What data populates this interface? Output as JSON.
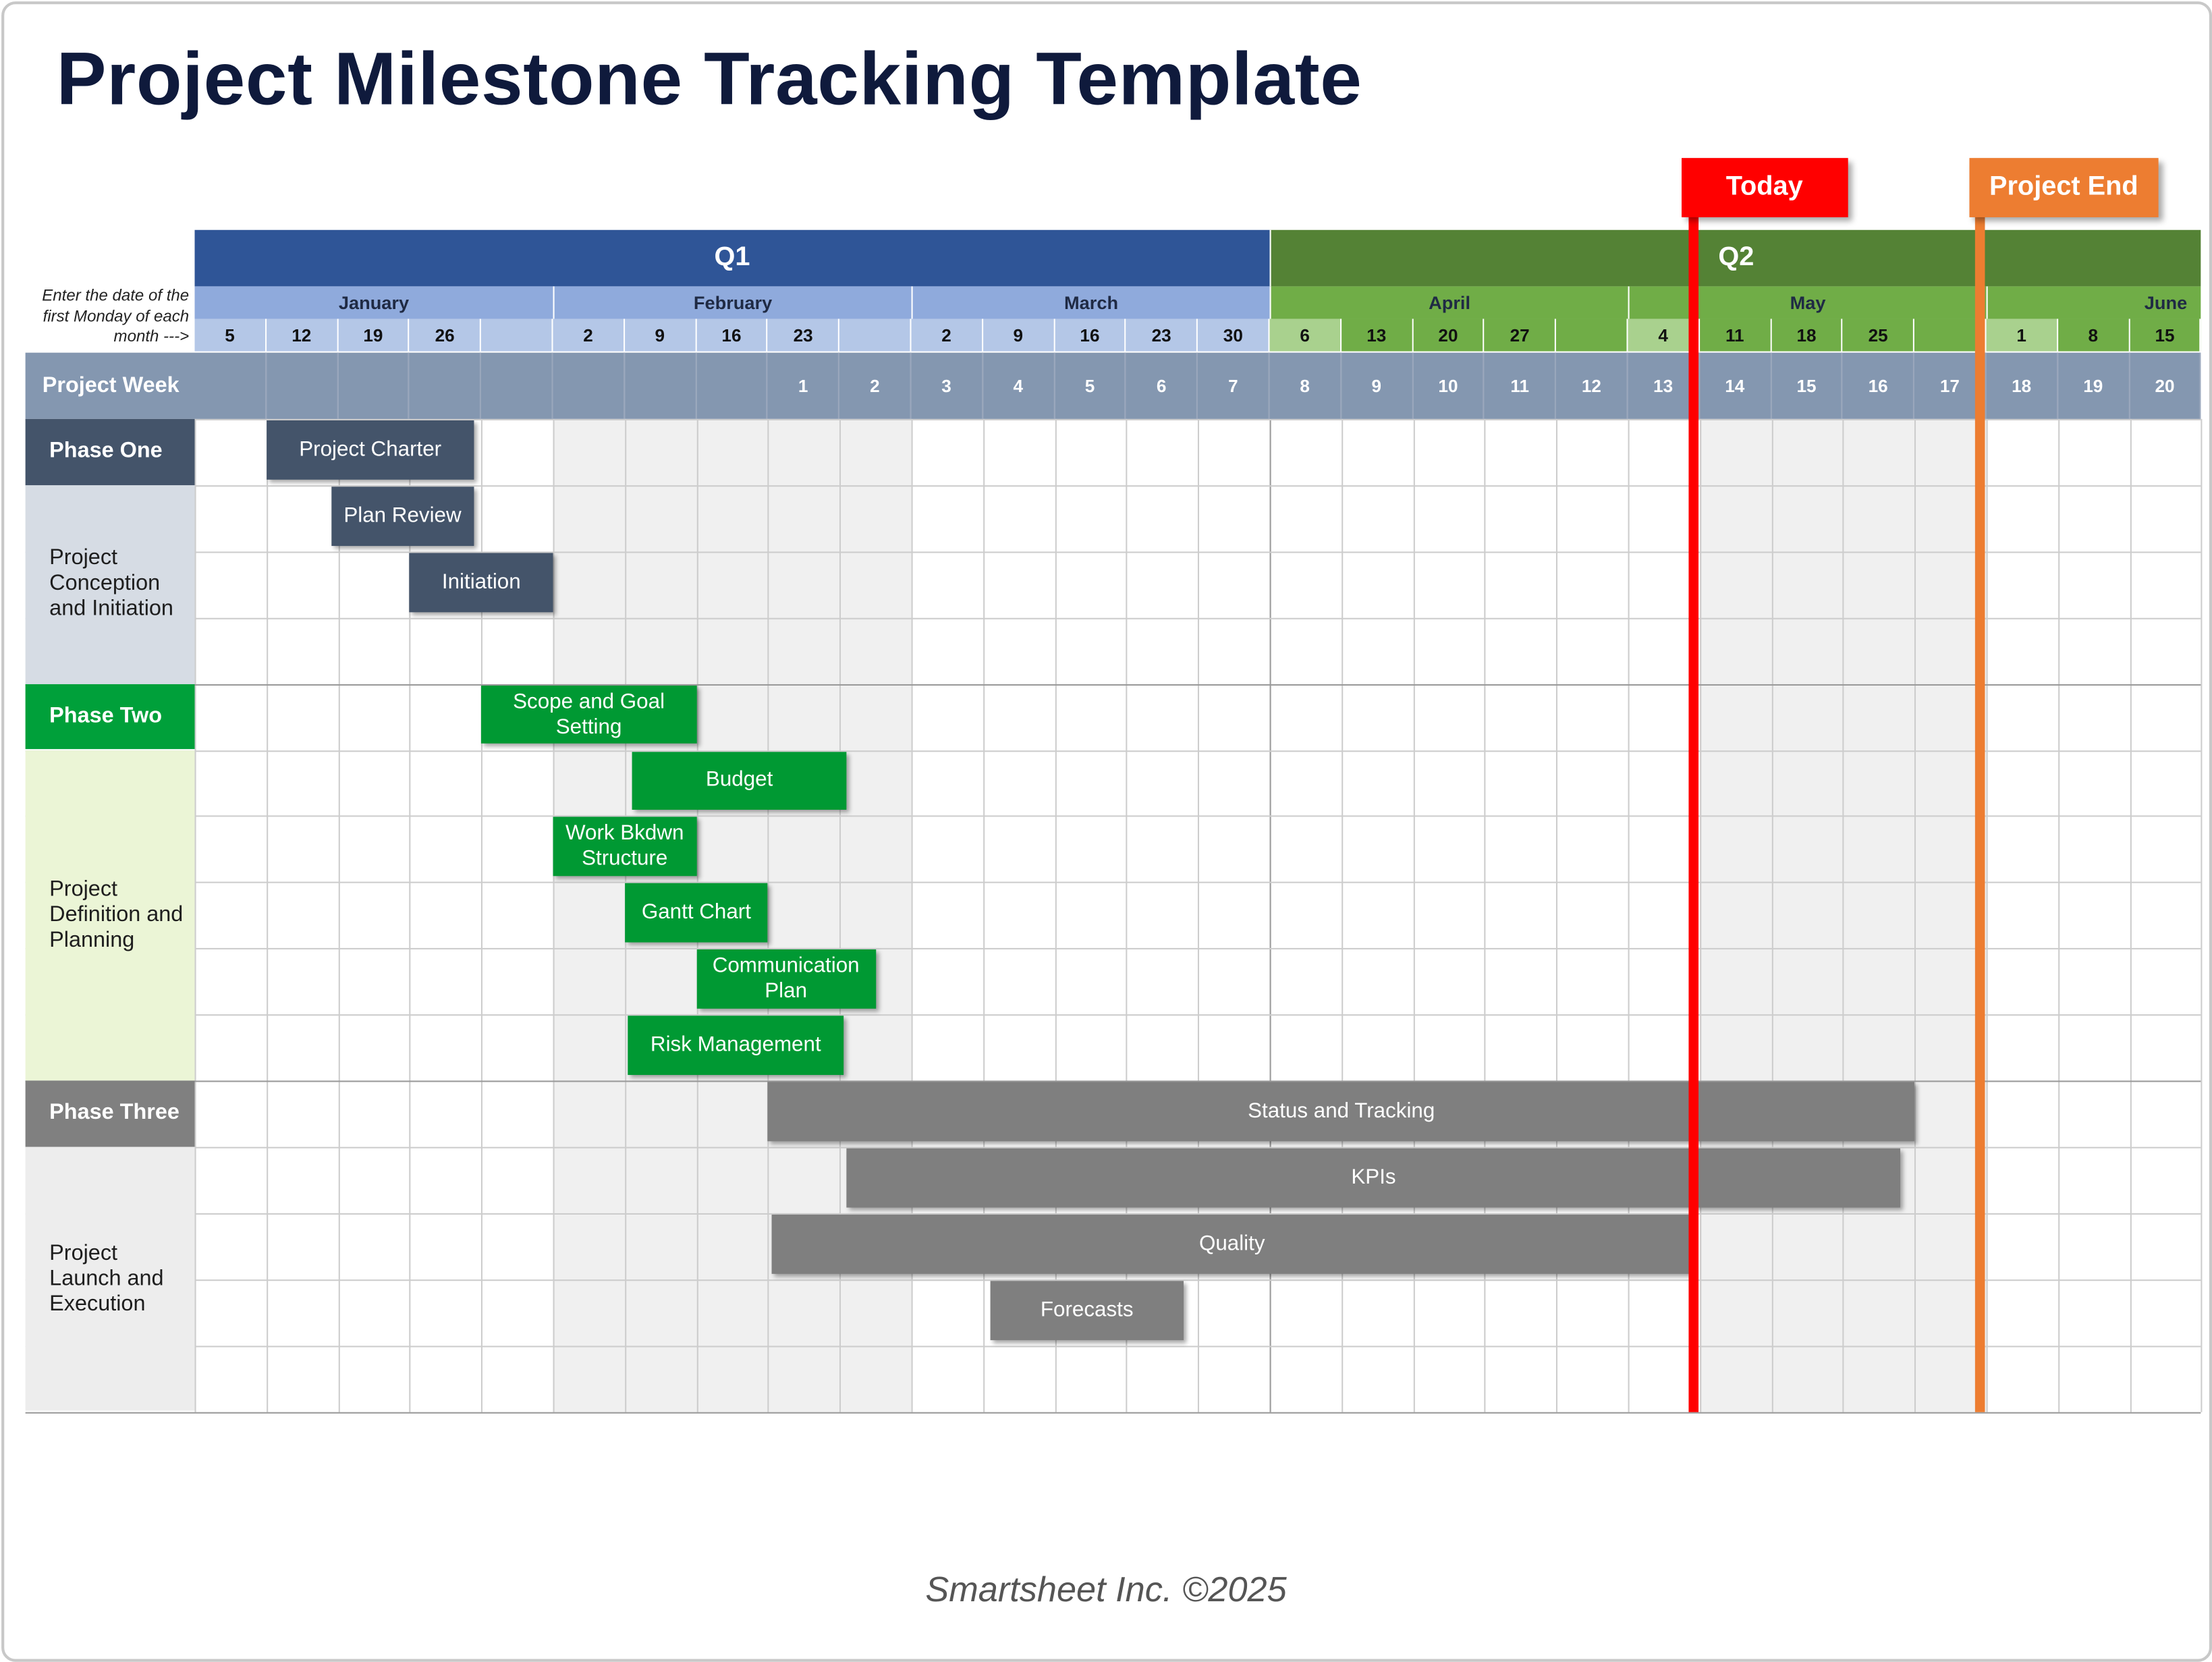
{
  "title": "Project Milestone Tracking Template",
  "hint_text": "Enter the date of the first Monday of each month --->",
  "quarters": [
    {
      "label": "Q1",
      "color": "#2f5597"
    },
    {
      "label": "Q2",
      "color": "#548235"
    }
  ],
  "months": [
    "January",
    "February",
    "March",
    "April",
    "May",
    "June"
  ],
  "month_days": [
    [
      "5",
      "12",
      "19",
      "26",
      ""
    ],
    [
      "2",
      "9",
      "16",
      "23",
      ""
    ],
    [
      "2",
      "9",
      "16",
      "23",
      "30"
    ],
    [
      "6",
      "13",
      "20",
      "27",
      ""
    ],
    [
      "4",
      "11",
      "18",
      "25",
      ""
    ],
    [
      "1",
      "8",
      "15"
    ]
  ],
  "project_week_label": "Project Week",
  "project_weeks": [
    "",
    "",
    "",
    "",
    "",
    "",
    "",
    "",
    "1",
    "2",
    "3",
    "4",
    "5",
    "6",
    "7",
    "8",
    "9",
    "10",
    "11",
    "12",
    "13",
    "14",
    "15",
    "16",
    "17",
    "18",
    "19",
    "20"
  ],
  "phases": [
    {
      "header": "Phase One",
      "name": "Project Conception and Initiation",
      "header_color": "#44546a",
      "body_color": "#d6dce4",
      "text_color": "#ffffff",
      "rows": 4
    },
    {
      "header": "Phase Two",
      "name": "Project Definition and Planning",
      "header_color": "#00a03a",
      "body_color": "#ebf5d6",
      "text_color": "#ffffff",
      "rows": 6
    },
    {
      "header": "Phase Three",
      "name": "Project Launch and Execution",
      "header_color": "#808080",
      "body_color": "#ededed",
      "text_color": "#ffffff",
      "rows": 5
    }
  ],
  "tasks": [
    {
      "label": "Project Charter",
      "row": 0,
      "start_week": 1,
      "end_week": 3.9,
      "color": "#44546a"
    },
    {
      "label": "Plan Review",
      "row": 1,
      "start_week": 1.9,
      "end_week": 3.9,
      "color": "#44546a"
    },
    {
      "label": "Initiation",
      "row": 2,
      "start_week": 3.0,
      "end_week": 5.0,
      "color": "#44546a"
    },
    {
      "label": "Scope and Goal Setting",
      "row": 4,
      "start_week": 4.0,
      "end_week": 7.0,
      "color": "#009933"
    },
    {
      "label": "Budget",
      "row": 5,
      "start_week": 6.1,
      "end_week": 9.1,
      "color": "#009933"
    },
    {
      "label": "Work Bkdwn Structure",
      "row": 6,
      "start_week": 5.0,
      "end_week": 7.0,
      "color": "#009933"
    },
    {
      "label": "Gantt Chart",
      "row": 7,
      "start_week": 6.0,
      "end_week": 8.0,
      "color": "#009933"
    },
    {
      "label": "Communication Plan",
      "row": 8,
      "start_week": 7.0,
      "end_week": 9.5,
      "color": "#009933"
    },
    {
      "label": "Risk Management",
      "row": 9,
      "start_week": 6.05,
      "end_week": 9.05,
      "color": "#009933"
    },
    {
      "label": "Status  and Tracking",
      "row": 10,
      "start_week": 8.0,
      "end_week": 24.0,
      "color": "#7f7f7f"
    },
    {
      "label": "KPIs",
      "row": 11,
      "start_week": 9.1,
      "end_week": 23.8,
      "color": "#7f7f7f"
    },
    {
      "label": "Quality",
      "row": 12,
      "start_week": 8.05,
      "end_week": 20.9,
      "color": "#7f7f7f"
    },
    {
      "label": "Forecasts",
      "row": 13,
      "start_week": 11.1,
      "end_week": 13.8,
      "color": "#7f7f7f"
    }
  ],
  "markers": [
    {
      "label": "Today",
      "week": 20.9,
      "color": "#ff0000"
    },
    {
      "label": "Project End",
      "week": 24.9,
      "color": "#ed7d31"
    }
  ],
  "footer": "Smartsheet Inc. ©2025"
}
